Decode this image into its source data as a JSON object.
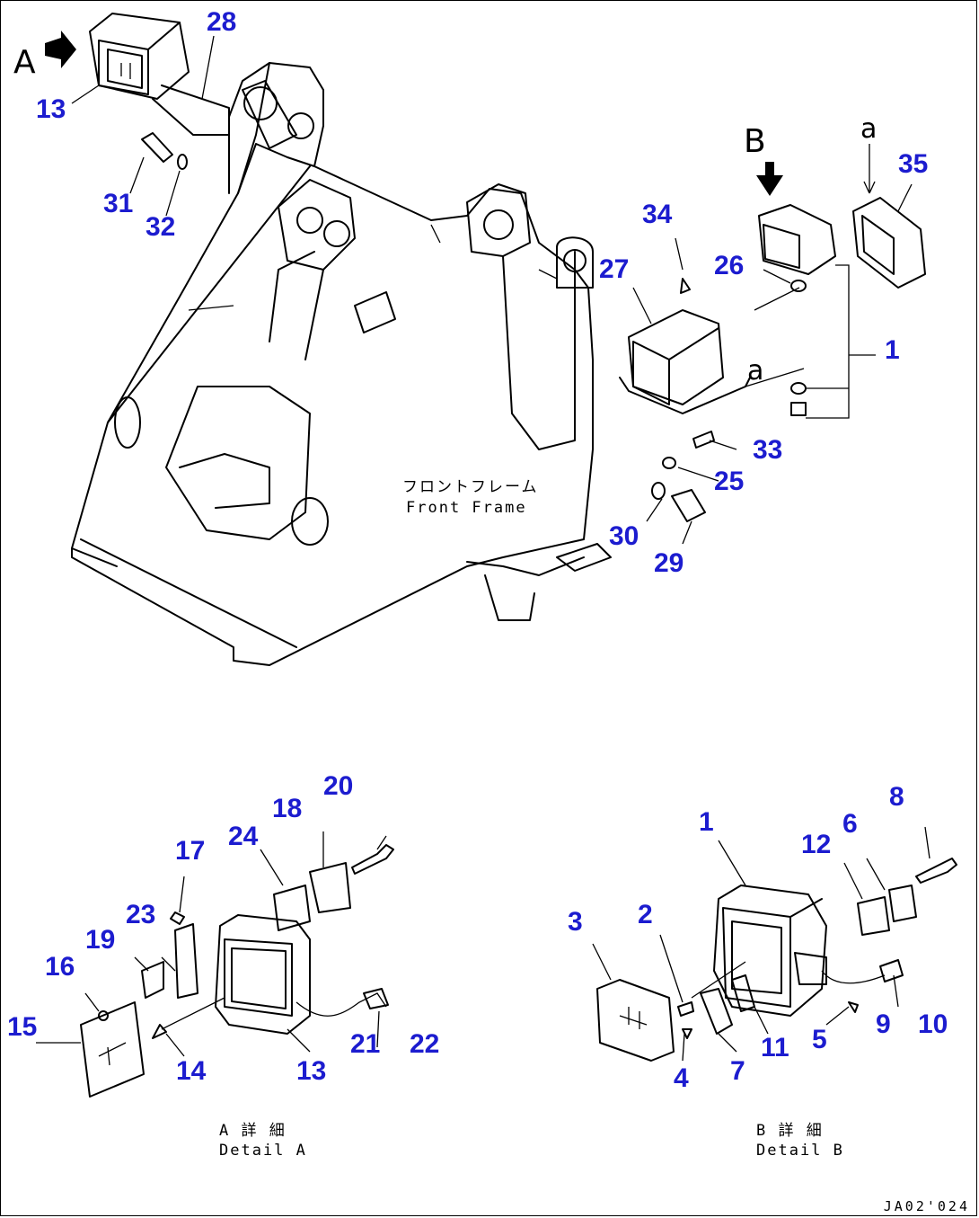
{
  "views": {
    "main_title_jp": "フロントフレーム",
    "main_title_en": "Front Frame",
    "detail_a_jp": "A 詳 細",
    "detail_a_en": "Detail A",
    "detail_b_jp": "B 詳 細",
    "detail_b_en": "Detail B"
  },
  "view_markers": {
    "a_upper": "A",
    "b_upper": "B",
    "a_lower_1": "a",
    "a_lower_2": "a"
  },
  "callouts": {
    "c28": "28",
    "c13a": "13",
    "c31": "31",
    "c32": "32",
    "c34": "34",
    "c26": "26",
    "c27": "27",
    "c35": "35",
    "c1a": "1",
    "c33": "33",
    "c25": "25",
    "c30": "30",
    "c29": "29",
    "c20": "20",
    "c18": "18",
    "c24": "24",
    "c17": "17",
    "c23": "23",
    "c19": "19",
    "c16": "16",
    "c15": "15",
    "c14": "14",
    "c13b": "13",
    "c21": "21",
    "c22": "22",
    "c8": "8",
    "c1b": "1",
    "c6": "6",
    "c12": "12",
    "c3": "3",
    "c2": "2",
    "c9": "9",
    "c10": "10",
    "c5": "5",
    "c11": "11",
    "c7": "7",
    "c4": "4"
  },
  "drawing_code": "JA02'024"
}
